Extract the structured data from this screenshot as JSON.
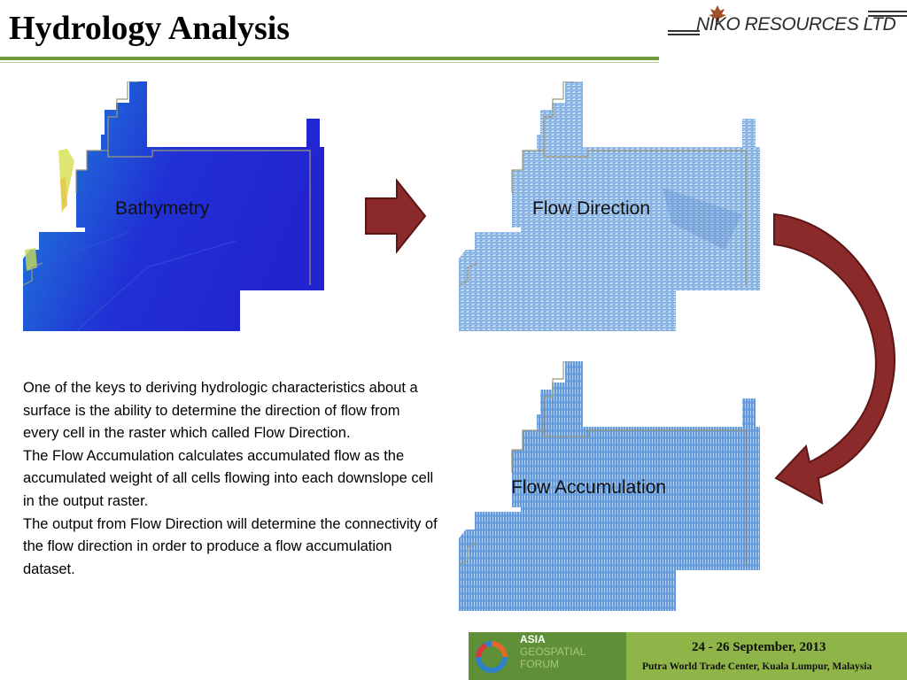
{
  "header": {
    "title": "Hydrology Analysis",
    "logo_text": "NIKO RESOURCES LTD"
  },
  "maps": {
    "bathymetry_label": "Bathymetry",
    "flow_direction_label": "Flow Direction",
    "flow_accumulation_label": "Flow Accumulation"
  },
  "body": {
    "paragraph_1": "One of the keys to deriving hydrologic characteristics about a surface is the ability to determine the direction of flow from every cell in the raster which called Flow Direction.",
    "paragraph_2": "The Flow Accumulation calculates accumulated flow as the accumulated weight of all cells flowing into each downslope cell in the output raster.",
    "paragraph_3": "The output from Flow Direction will determine the connectivity of the flow direction in order to produce a flow accumulation dataset."
  },
  "footer": {
    "logo_line_1": "ASIA",
    "logo_line_2": "GEOSPATIAL",
    "logo_line_3": "FORUM",
    "date": "24 - 26 September, 2013",
    "venue": "Putra World Trade Center, Kuala Lumpur, Malaysia"
  },
  "colors": {
    "accent_green": "#6f9a3c",
    "arrow_red": "#8b2a2a",
    "footer_green": "#8fb548"
  }
}
